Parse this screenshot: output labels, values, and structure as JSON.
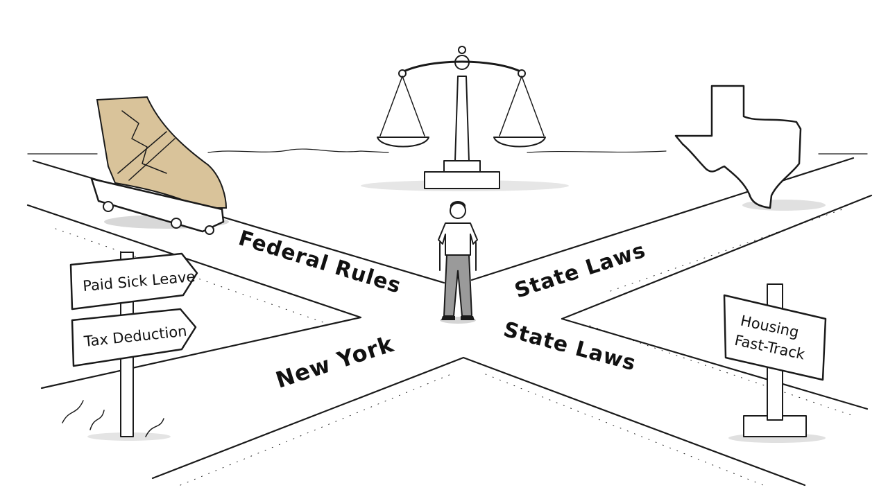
{
  "roads": {
    "federal": "Federal Rules",
    "state_upper": "State Laws",
    "state_lower": "State Laws",
    "new_york": "New York"
  },
  "signpost": {
    "top": "Paid Sick Leave",
    "bottom": "Tax Deduction"
  },
  "housing_sign": {
    "line1": "Housing",
    "line2": "Fast-Track"
  },
  "colors": {
    "ink": "#1a1a1a",
    "paper": "#ffffff",
    "map_tan": "#d9c39a",
    "shadow": "#c8c8c8"
  },
  "icons": [
    "scales-of-justice-icon",
    "texas-state-icon",
    "california-map-cart-icon",
    "person-icon"
  ]
}
